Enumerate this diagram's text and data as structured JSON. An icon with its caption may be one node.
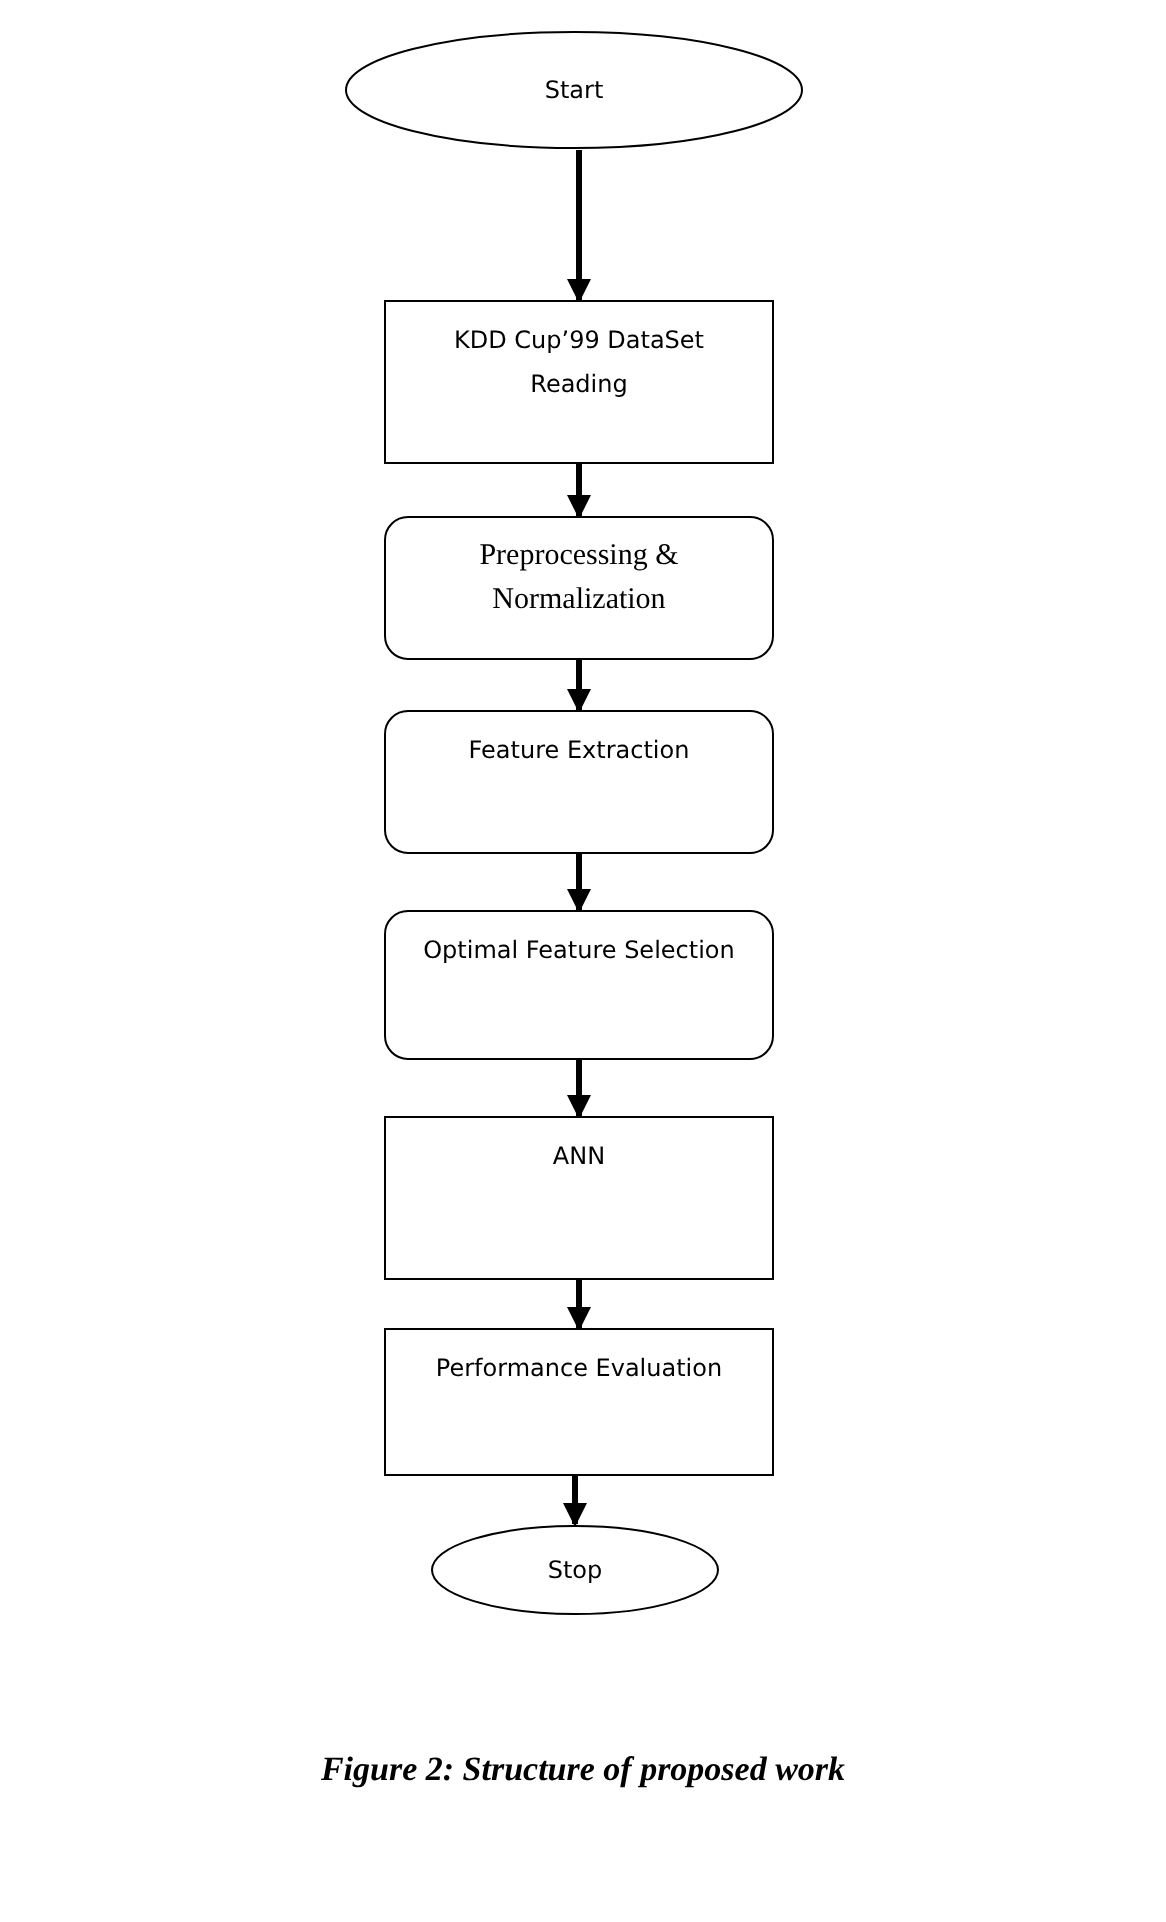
{
  "diagram": {
    "caption": "Figure 2:  Structure of proposed work",
    "nodes": [
      {
        "text": [
          "Start"
        ]
      },
      {
        "text": [
          "KDD Cup’99 DataSet Reading"
        ]
      },
      {
        "text": [
          "Preprocessing & Normalization"
        ]
      },
      {
        "text": [
          "Feature Extraction"
        ]
      },
      {
        "text": [
          "Optimal Feature Selection"
        ]
      },
      {
        "text": [
          "ANN"
        ]
      },
      {
        "text": [
          "Performance Evaluation"
        ]
      },
      {
        "text": [
          "Stop"
        ]
      }
    ],
    "edges": [
      {
        "from": 0,
        "to": 1,
        "arrow": "to"
      },
      {
        "from": 1,
        "to": 2,
        "arrow": "to"
      },
      {
        "from": 2,
        "to": 3,
        "arrow": "to"
      },
      {
        "from": 3,
        "to": 4,
        "arrow": "to"
      },
      {
        "from": 4,
        "to": 5,
        "arrow": "to"
      },
      {
        "from": 5,
        "to": 6,
        "arrow": "to"
      },
      {
        "from": 6,
        "to": 7,
        "arrow": "to"
      }
    ]
  }
}
